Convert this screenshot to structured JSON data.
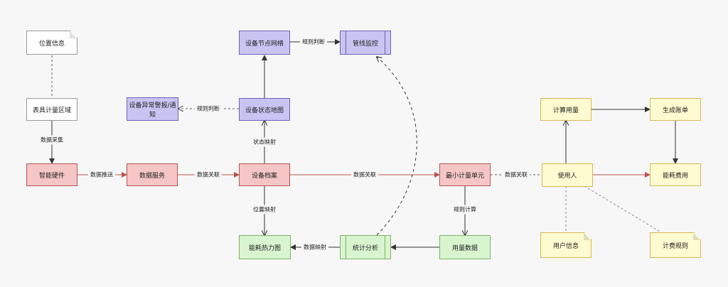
{
  "nodes": {
    "location_info": "位置信息",
    "meter_area": "表具计量区域",
    "smart_hardware": "智能硬件",
    "data_service": "数据服务",
    "device_archive": "设备档案",
    "device_status_map": "设备状态地图",
    "device_node_network": "设备节点网络",
    "pipeline_monitor": "管线监控",
    "device_alarm": "设备异常警报/通知",
    "energy_heatmap": "能耗热力图",
    "stat_analysis": "统计分析",
    "usage_data": "用量数据",
    "min_meter_unit": "最小计量单元",
    "user": "使用人",
    "calc_usage": "计算用量",
    "gen_bill": "生成账单",
    "energy_fee": "能耗费用",
    "user_info": "用户信息",
    "billing_rules": "计费规则"
  },
  "edges": {
    "data_collect": "数据采集",
    "data_push": "数据推送",
    "data_link_1": "数据关联",
    "data_link_2": "数据关联",
    "data_link_3": "数据关联",
    "status_map": "状态映射",
    "rule_judge_1": "规则判断",
    "rule_judge_2": "规则判断",
    "location_map": "位置映射",
    "data_map": "数据映射",
    "rule_calc": "规则计算"
  },
  "colors": {
    "red": "#b85450",
    "dark": "#333333",
    "dashed": "#666666"
  }
}
